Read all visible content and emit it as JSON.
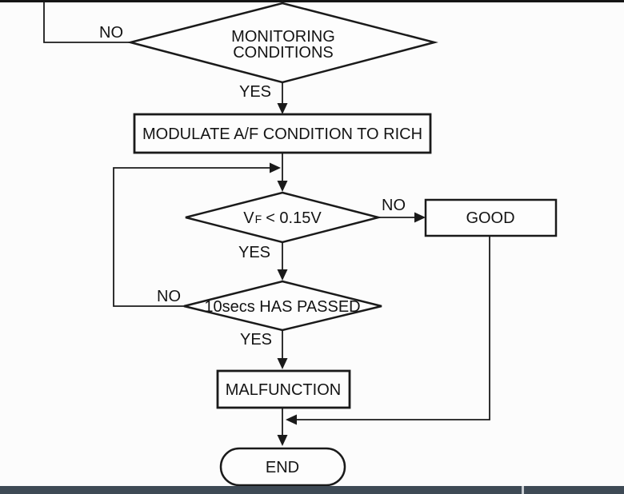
{
  "page": {
    "background": "#fcfcfc",
    "top_border_color": "#151515",
    "bottom_bar": {
      "color": "#3e4a55",
      "separator_color": "#c9ced3"
    }
  },
  "flowchart": {
    "line_color": "#1a1a1a",
    "nodes": {
      "monitoring": {
        "line1": "MONITORING",
        "line2": "CONDITIONS"
      },
      "modulate": {
        "label": "MODULATE A/F CONDITION TO RICH"
      },
      "vf_check": {
        "base": "V",
        "subscript": "F",
        "condition": "< 0.15V"
      },
      "timer_check": {
        "label": "10secs HAS PASSED"
      },
      "good": {
        "label": "GOOD"
      },
      "malfunction": {
        "label": "MALFUNCTION"
      },
      "end": {
        "label": "END"
      }
    },
    "edge_labels": {
      "monitoring_no": "NO",
      "monitoring_yes": "YES",
      "vf_no": "NO",
      "vf_yes": "YES",
      "timer_no": "NO",
      "timer_yes": "YES"
    }
  }
}
